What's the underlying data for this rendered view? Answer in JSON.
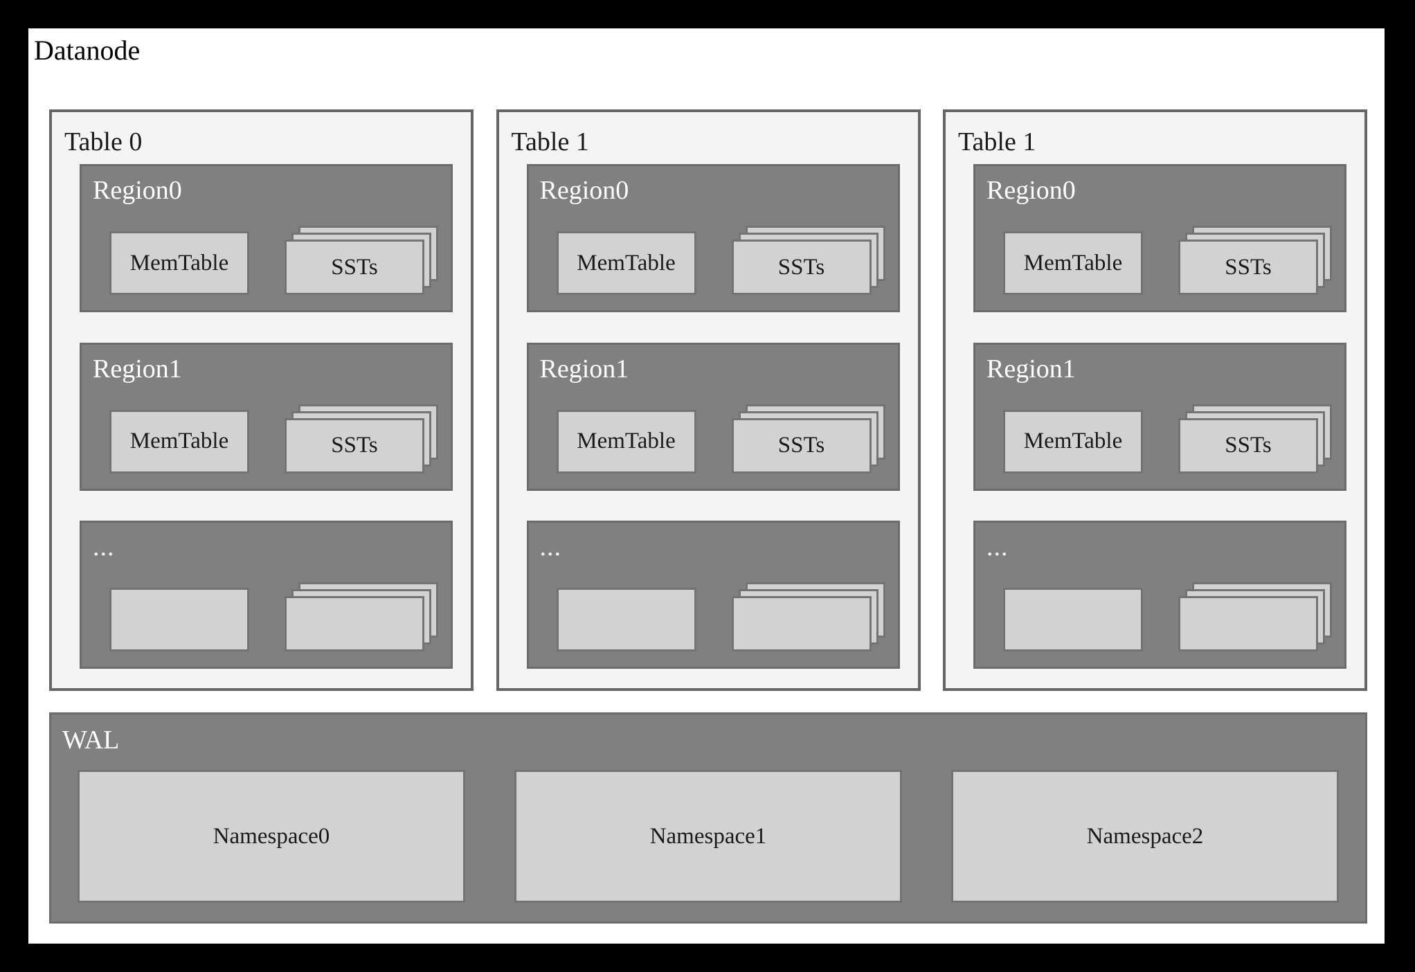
{
  "diagram": {
    "root_label": "Datanode",
    "colors": {
      "frame": "#000000",
      "canvas": "#ffffff",
      "table_panel_fill": "#f4f4f4",
      "table_panel_border": "#666666",
      "region_fill": "#808080",
      "region_border": "#6b6b6b",
      "box_fill": "#d2d2d2",
      "box_border": "#737373",
      "dark_text": "#1a1a1a",
      "light_text": "#ffffff"
    },
    "tables": [
      {
        "label": "Table 0",
        "regions": [
          {
            "label": "Region0",
            "is_ellipsis": false,
            "memtable_label": "MemTable",
            "ssts_label": "SSTs"
          },
          {
            "label": "Region1",
            "is_ellipsis": false,
            "memtable_label": "MemTable",
            "ssts_label": "SSTs"
          },
          {
            "label": "...",
            "is_ellipsis": true,
            "memtable_label": "",
            "ssts_label": ""
          }
        ]
      },
      {
        "label": "Table 1",
        "regions": [
          {
            "label": "Region0",
            "is_ellipsis": false,
            "memtable_label": "MemTable",
            "ssts_label": "SSTs"
          },
          {
            "label": "Region1",
            "is_ellipsis": false,
            "memtable_label": "MemTable",
            "ssts_label": "SSTs"
          },
          {
            "label": "...",
            "is_ellipsis": true,
            "memtable_label": "",
            "ssts_label": ""
          }
        ]
      },
      {
        "label": "Table 1",
        "regions": [
          {
            "label": "Region0",
            "is_ellipsis": false,
            "memtable_label": "MemTable",
            "ssts_label": "SSTs"
          },
          {
            "label": "Region1",
            "is_ellipsis": false,
            "memtable_label": "MemTable",
            "ssts_label": "SSTs"
          },
          {
            "label": "...",
            "is_ellipsis": true,
            "memtable_label": "",
            "ssts_label": ""
          }
        ]
      }
    ],
    "wal": {
      "label": "WAL",
      "namespaces": [
        {
          "label": "Namespace0"
        },
        {
          "label": "Namespace1"
        },
        {
          "label": "Namespace2"
        }
      ]
    }
  }
}
